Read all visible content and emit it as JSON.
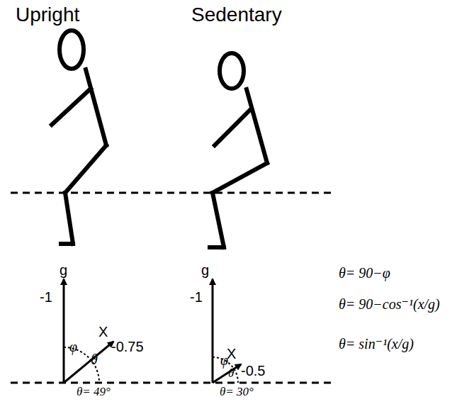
{
  "diagram": {
    "labels": [
      "Upright",
      "Sedentary",
      "g",
      "-1",
      "X",
      "-0.75",
      "φ",
      "θ",
      "θ= 49°",
      "g",
      "-1",
      "X",
      "-0.5",
      "φ",
      "θ",
      "θ= 30°",
      "θ= 90−φ",
      "θ= 90−cos⁻¹(x/g)",
      "θ= sin⁻¹(x/g)"
    ]
  }
}
